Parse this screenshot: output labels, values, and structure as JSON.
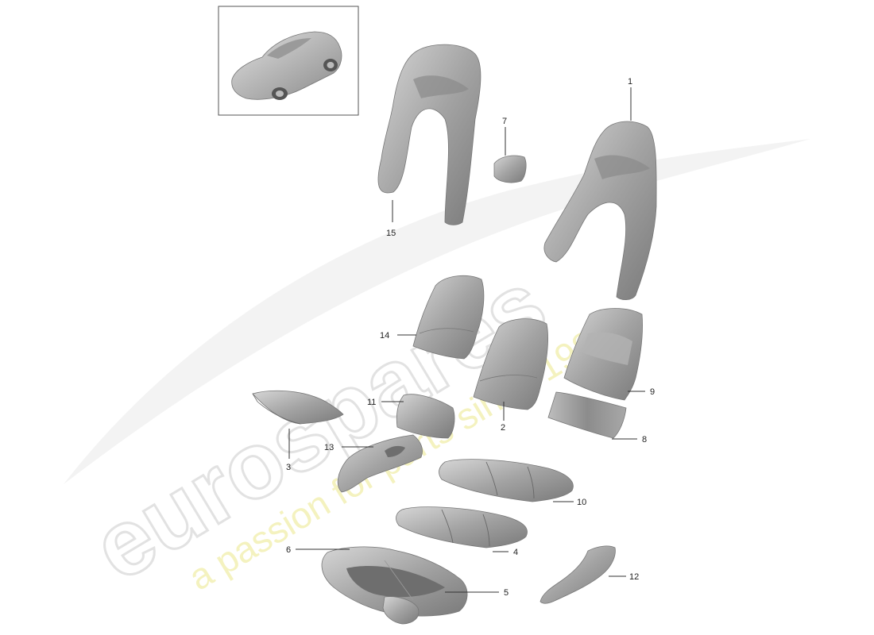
{
  "watermark": {
    "brand": "eurospares",
    "tagline": "a passion for parts since 1985",
    "brand_color": "#e6e6e6",
    "tagline_color": "#f3f0b4"
  },
  "thumbnail": {
    "icon": "car-icon",
    "description_shown": false
  },
  "colors": {
    "part_fill": "#9c9c9c",
    "part_light": "#cfcfcf",
    "part_dark": "#6e6e6e",
    "line": "#333333"
  },
  "callouts": [
    {
      "id": "c1",
      "label": "1"
    },
    {
      "id": "c2",
      "label": "2"
    },
    {
      "id": "c3",
      "label": "3"
    },
    {
      "id": "c4",
      "label": "4"
    },
    {
      "id": "c5",
      "label": "5"
    },
    {
      "id": "c6",
      "label": "6"
    },
    {
      "id": "c7",
      "label": "7"
    },
    {
      "id": "c8",
      "label": "8"
    },
    {
      "id": "c9",
      "label": "9"
    },
    {
      "id": "c10",
      "label": "10"
    },
    {
      "id": "c11",
      "label": "11"
    },
    {
      "id": "c12",
      "label": "12"
    },
    {
      "id": "c13",
      "label": "13"
    },
    {
      "id": "c14",
      "label": "14"
    },
    {
      "id": "c15",
      "label": "15"
    }
  ]
}
